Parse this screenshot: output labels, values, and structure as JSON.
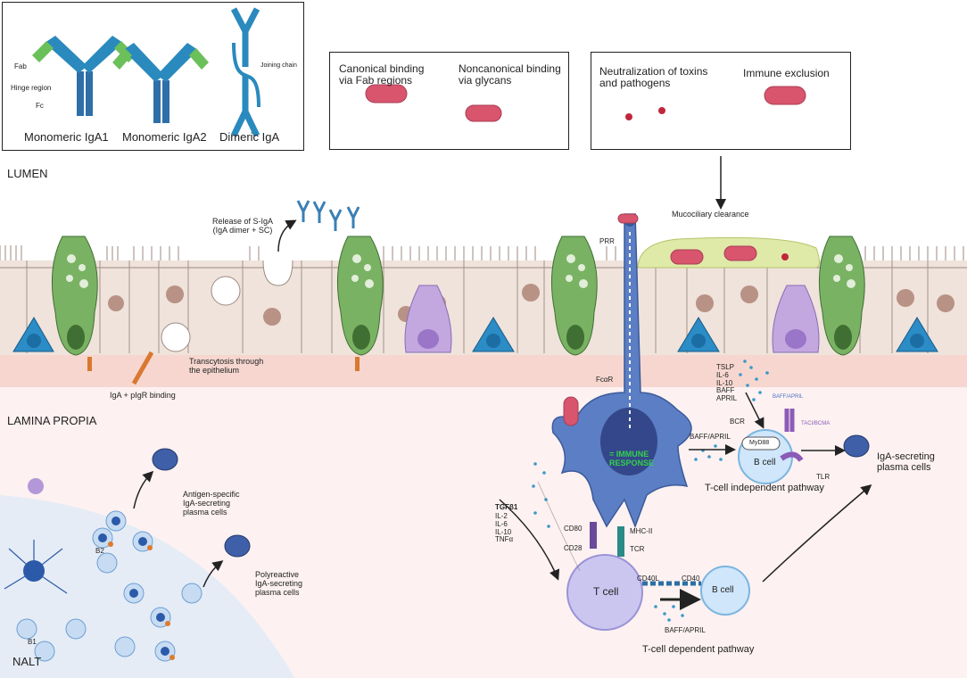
{
  "regions": {
    "lumen": "LUMEN",
    "lamina": "LAMINA PROPIA",
    "nalt": "NALT"
  },
  "iga_box": {
    "fab": "Fab",
    "hinge": "Hinge region",
    "fc": "Fc",
    "joining": "Joining chain",
    "mono1": "Monomeric IgA1",
    "mono2": "Monomeric IgA2",
    "dimer": "Dimeric IgA"
  },
  "binding_box": {
    "canonical": [
      "Canonical binding",
      "via Fab regions"
    ],
    "noncanonical": [
      "Noncanonical binding",
      "via glycans"
    ]
  },
  "function_box": {
    "neutral": [
      "Neutralization of toxins",
      "and pathogens"
    ],
    "exclusion": "Immune exclusion"
  },
  "labels": {
    "release": [
      "Release of S-IgA",
      "(IgA dimer + SC)"
    ],
    "transcytosis": [
      "Transcytosis through",
      "the epithelium"
    ],
    "pigr": "IgA + pIgR binding",
    "mucociliary": "Mucociliary clearance",
    "prr": "PRR",
    "fcar": "FcαR",
    "immune": [
      "= IMMUNE",
      "RESPONSE"
    ],
    "tslp": [
      "TSLP",
      "IL-6",
      "IL-10",
      "BAFF",
      "APRIL"
    ],
    "baff_april_small": "BAFF/APRIL",
    "taci": "TACI/BCMA",
    "bcr": "BCR",
    "myd88": "MyD88",
    "bcell": "B cell",
    "tlr": "TLR",
    "baff_april_arrow": "BAFF/APRIL",
    "tind": "T-cell independent pathway",
    "iga_plasma": [
      "IgA-secreting",
      "plasma cells"
    ],
    "tgf": "TGFβ1",
    "cytokines": [
      "IL-2",
      "IL-6",
      "IL-10",
      "TNFα"
    ],
    "cd80": "CD80",
    "cd28": "CD28",
    "mhc": "MHC-II",
    "tcr": "TCR",
    "tcell": "T cell",
    "cd40l": "CD40L",
    "cd40": "CD40",
    "bcell2": "B cell",
    "baff_april_bottom": "BAFF/APRIL",
    "tdep": "T-cell dependent pathway",
    "antigen_specific": [
      "Antigen-specific",
      "IgA-secreting",
      "plasma cells"
    ],
    "polyreactive": [
      "Polyreactive",
      "IgA-secreting",
      "plasma cells"
    ],
    "b2": "B2",
    "b1": "B1"
  },
  "colors": {
    "epithelium": "#eee2da",
    "goblet": "#7fb36a",
    "basal": "#2f8fc9",
    "mucosa": "#f7d9d3",
    "lamina": "#fdf0f0",
    "nalt": "#e4ecf6",
    "dendritic": "#5a7fc2",
    "lymph": "#c6c3ee",
    "pathogen": "#d2506a"
  }
}
